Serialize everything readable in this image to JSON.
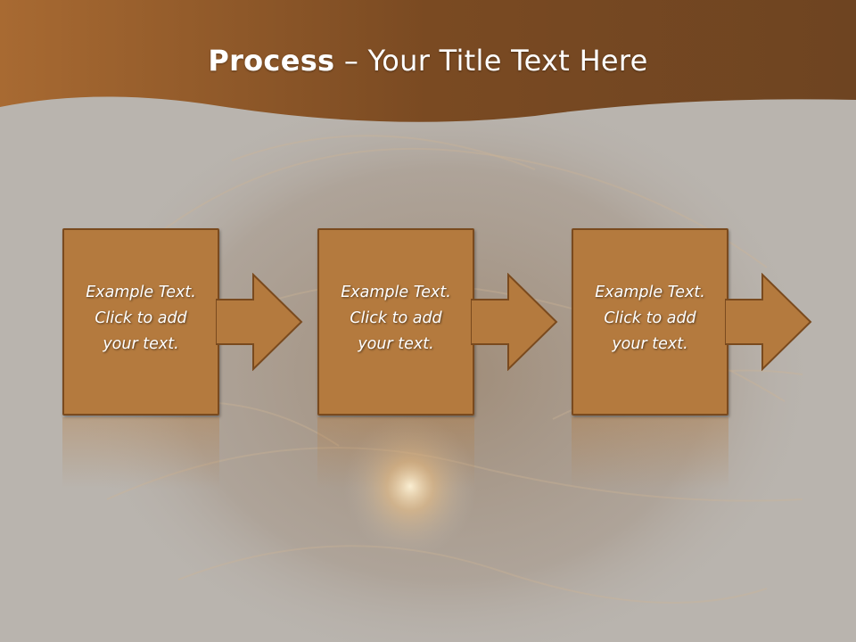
{
  "slide": {
    "title_bold": "Process",
    "title_rest": " – Your Title Text Here"
  },
  "steps": [
    {
      "text": "Example Text.\nClick  to add\nyour text."
    },
    {
      "text": "Example Text.\nClick  to add\nyour text."
    },
    {
      "text": "Example Text.\nClick  to add\nyour text."
    }
  ],
  "colors": {
    "header": "#8e5726",
    "box_fill": "#b47a3e",
    "box_border": "#7a4a1e",
    "background": "#b9b4ae"
  }
}
